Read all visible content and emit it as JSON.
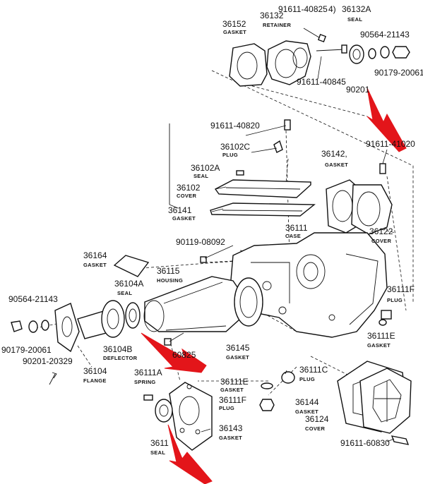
{
  "labels": {
    "p36152": {
      "num": "36152",
      "cap": "GASKET"
    },
    "p36132": {
      "num": "36132",
      "cap": "RETAINER"
    },
    "p91611_40825": {
      "num": "91611-40825"
    },
    "p36132A": {
      "num": "36132A",
      "cap": "SEAL"
    },
    "p4": {
      "num": "4)"
    },
    "p90564_21143_top": {
      "num": "90564-21143"
    },
    "p91611_40845": {
      "num": "91611-40845"
    },
    "p90179_20061_top": {
      "num": "90179-20061"
    },
    "p90201_top": {
      "num": "90201"
    },
    "p91611_40820": {
      "num": "91611-40820"
    },
    "p36102C": {
      "num": "36102C",
      "cap": "PLUG"
    },
    "p36102A": {
      "num": "36102A",
      "cap": "SEAL"
    },
    "p36102": {
      "num": "36102",
      "cap": "COVER"
    },
    "p36141": {
      "num": "36141",
      "cap": "GASKET"
    },
    "p36142": {
      "num": "36142,",
      "cap": "GASKET"
    },
    "p91611_41020": {
      "num": "91611-41020"
    },
    "p36111": {
      "num": "36111",
      "cap": "CASE"
    },
    "p36122": {
      "num": "36122",
      "cap": "COVER"
    },
    "p90119_08092": {
      "num": "90119-08092"
    },
    "p36164": {
      "num": "36164",
      "cap": "GASKET"
    },
    "p36115": {
      "num": "36115",
      "cap": "HOUSING"
    },
    "p36104A": {
      "num": "36104A",
      "cap": "SEAL"
    },
    "p36111F_right": {
      "num": "36111F",
      "cap": "PLUG"
    },
    "p90564_21143_left": {
      "num": "90564-21143"
    },
    "p36111E_right": {
      "num": "36111E",
      "cap": "GASKET"
    },
    "p90179_20061_left": {
      "num": "90179-20061"
    },
    "p36104B": {
      "num": "36104B",
      "cap": "DEFLECTOR"
    },
    "p60825": {
      "num": "60825"
    },
    "p36145": {
      "num": "36145",
      "cap": "GASKET"
    },
    "p90201_20329": {
      "num": "90201-20329"
    },
    "p36104": {
      "num": "36104",
      "cap": "FLANGE"
    },
    "p36111A": {
      "num": "36111A",
      "cap": "SPRING"
    },
    "p36111E_mid": {
      "num": "36111E",
      "cap": "GASKET"
    },
    "p36111C": {
      "num": "36111C",
      "cap": "PLUG"
    },
    "p36111F_mid": {
      "num": "36111F",
      "cap": "PLUG"
    },
    "p36144": {
      "num": "36144",
      "cap": "GASKET"
    },
    "p36124": {
      "num": "36124",
      "cap": "COVER"
    },
    "p36143": {
      "num": "36143",
      "cap": "GASKET"
    },
    "p3611_seal": {
      "num": "3611",
      "cap": "SEAL"
    },
    "p91611_60830": {
      "num": "91611-60830"
    }
  },
  "colors": {
    "ink": "#111111",
    "arrow": "#e3151a",
    "background": "#ffffff"
  },
  "icons": [
    "red-arrow-icon"
  ]
}
